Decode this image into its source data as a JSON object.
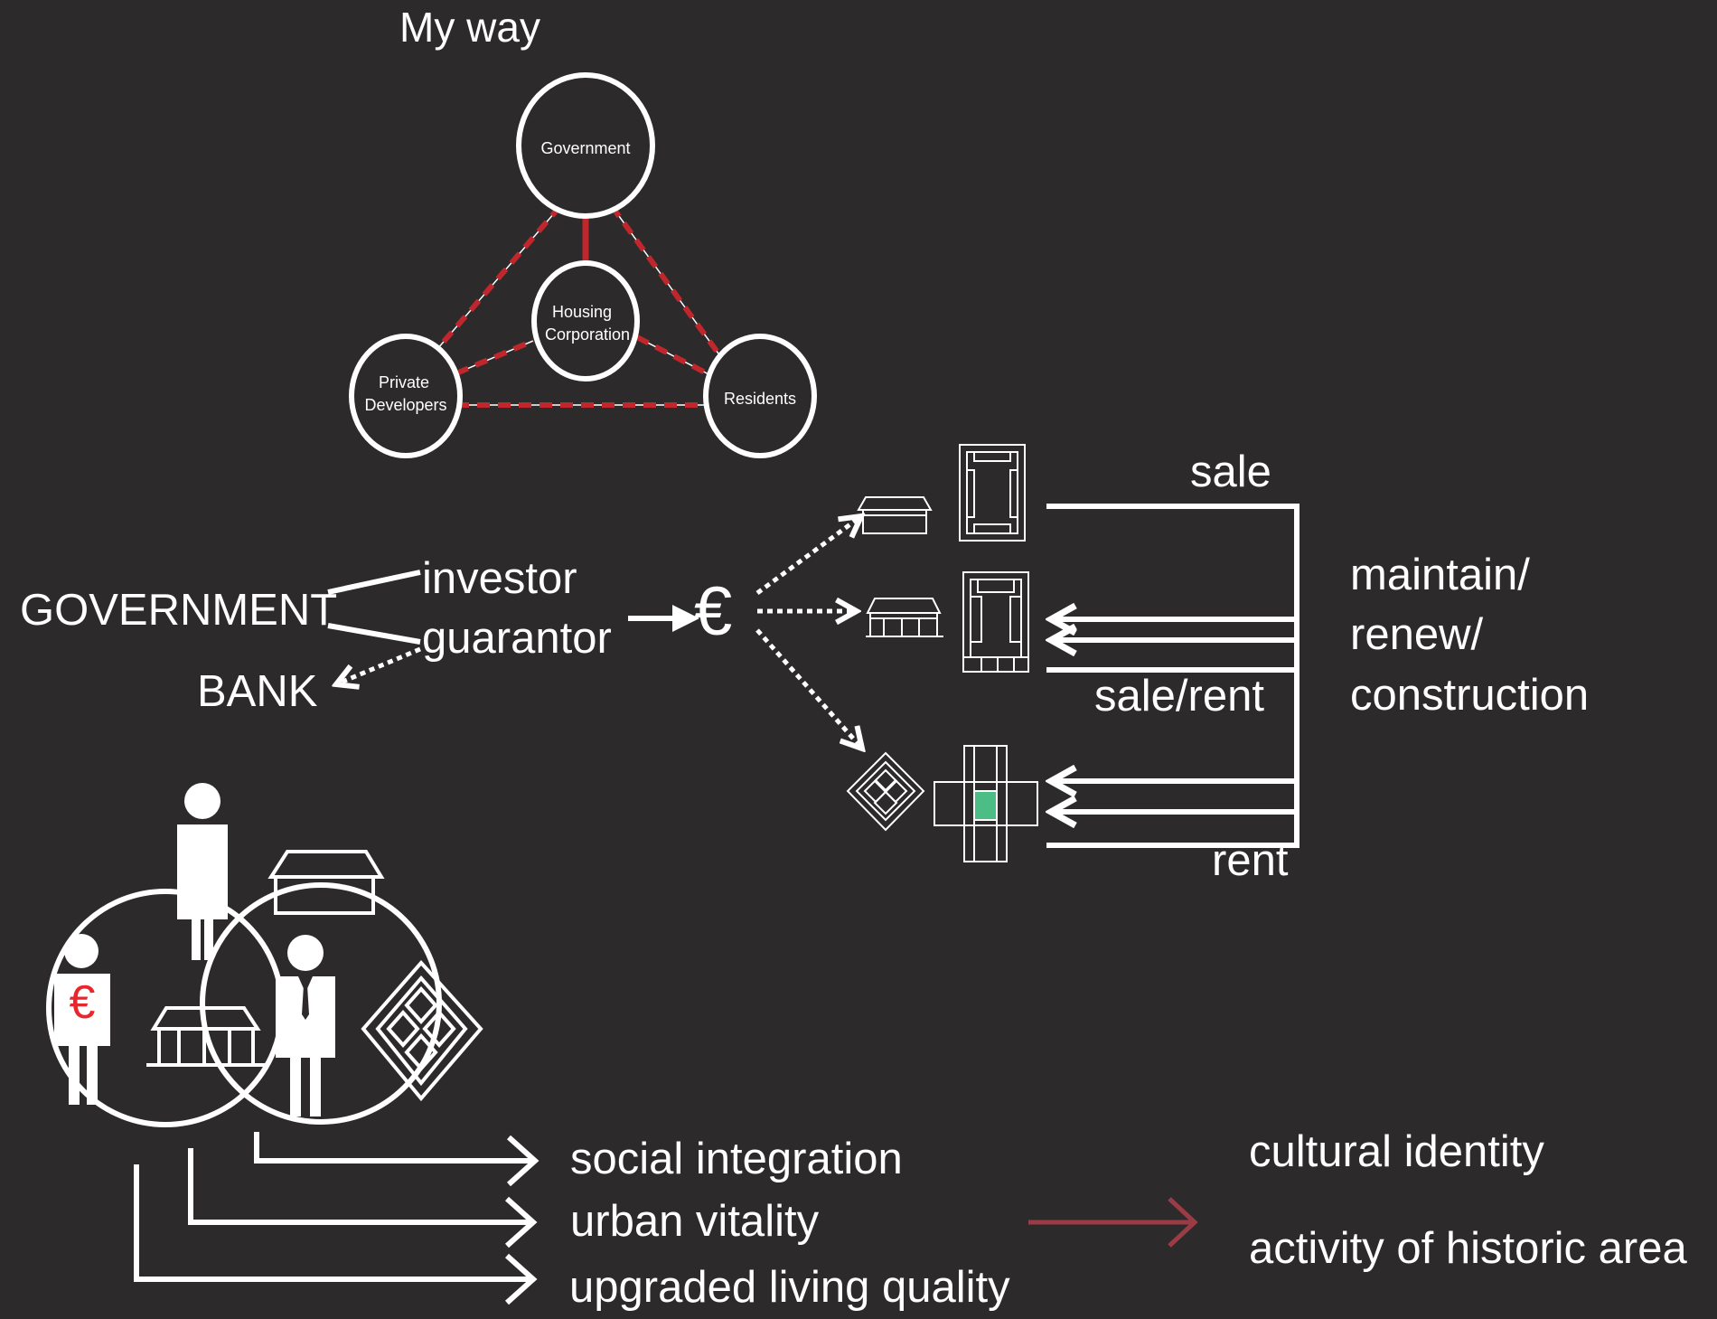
{
  "title": "My way",
  "actors": {
    "government": "Government",
    "housing_1": "Housing",
    "housing_2": "Corporation",
    "private_1": "Private",
    "private_2": "Developers",
    "residents": "Residents"
  },
  "finance": {
    "government": "GOVERNMENT",
    "bank": "BANK",
    "investor": "investor",
    "guarantor": "guarantor",
    "euro": "€"
  },
  "flows": {
    "sale": "sale",
    "sale_rent": "sale/rent",
    "rent": "rent",
    "maintain": "maintain/",
    "renew": "renew/",
    "construction": "construction"
  },
  "outcomes": {
    "social": "social integration",
    "urban": "urban vitality",
    "living": "upgraded living quality",
    "cultural": "cultural identity",
    "activity": "activity of historic area"
  },
  "colors": {
    "background": "#2d2a2b",
    "line": "#ffffff",
    "dash_red": "#c0272d",
    "arrow_red": "#9b3b45",
    "accent_green": "#4dbd86",
    "euro_red": "#e8262b"
  }
}
